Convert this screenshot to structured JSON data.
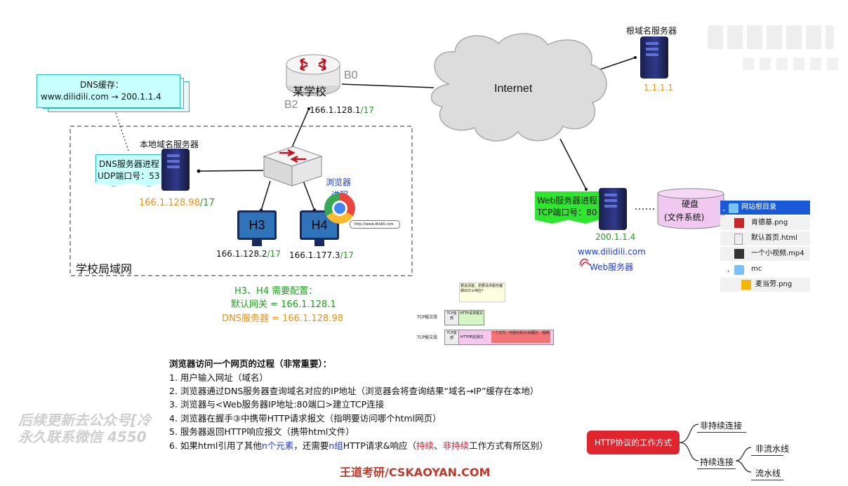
{
  "dns_cache": {
    "title": "DNS缓存：",
    "entry": "www.dilidili.com → 200.1.1.4"
  },
  "lan": {
    "label": "学校局域网",
    "local_dns": {
      "title": "本地域名服务器",
      "process_line1": "DNS服务器进程",
      "process_line2": "UDP端口号：53",
      "ip": "166.1.128.98",
      "prefix": "/17"
    },
    "hosts": [
      {
        "name": "H3",
        "ip": "166.1.128.2",
        "prefix": "/17"
      },
      {
        "name": "H4",
        "ip": "166.1.177.3",
        "prefix": "/17"
      }
    ],
    "browser_label_line1": "浏览器",
    "browser_label_line2": "进程",
    "browser_url": "http://www.dilidili.com"
  },
  "router": {
    "label": "某学校",
    "port_b0": "B0",
    "port_b2": "B2",
    "ip": "166.1.128.1",
    "prefix": "/17"
  },
  "internet": {
    "label": "Internet"
  },
  "root_dns": {
    "title": "根域名服务器",
    "ip": "1.1.1.1"
  },
  "web_server": {
    "process_line1": "Web服务器进程",
    "process_line2": "TCP端口号：80",
    "ip": "200.1.1.4",
    "domain": "www.dilidili.com",
    "label": "Web服务器"
  },
  "disk": {
    "line1": "硬盘",
    "line2": "(文件系统)"
  },
  "file_tree": {
    "root": "网站根目录",
    "items": [
      "肯德基.png",
      "默认首页.html",
      "一个小视频.mp4",
      "mc",
      "麦当劳.png"
    ]
  },
  "config": {
    "title": "H3、H4 需要配置：",
    "gateway": "默认网关 = 166.1.128.1",
    "dns": "DNS服务器 = 166.1.128.98"
  },
  "tcp_diagram": {
    "note": "要说清楚，想要请求服务器做出什么响应？",
    "seg_label": "TCP报文段",
    "header": "TCP首部",
    "req": "HTTP请求报文",
    "resp": "HTTP响应报文",
    "resp_note": "一个文件，可能比较大(如图片、视频)"
  },
  "steps": {
    "title": "浏览器访问一个网页的过程（非常重要）：",
    "s1": "1. 用户输入网址（域名）",
    "s2": "2. 浏览器通过DNS服务器查询域名对应的IP地址（浏览器会将查询结果“域名→IP”缓存在本地）",
    "s3": "3. 浏览器与<Web服务器IP地址:80端口>建立TCP连接",
    "s4": "4. 浏览器在握手③中携带HTTP请求报文（指明要访问哪个html网页）",
    "s5": "5. 服务器返回HTTP响应报文（携带html文件）",
    "s6a": "6. 如果html引用了其他",
    "s6b": "n个元素",
    "s6c": "，还需要",
    "s6d": "n组",
    "s6e": "HTTP请求&响应（",
    "s6f": "持续",
    "s6g": "、",
    "s6h": "非持续",
    "s6i": "工作方式有所区别）"
  },
  "mindmap": {
    "root": "HTTP协议的工作方式",
    "non_persistent": "非持续连接",
    "persistent": "持续连接",
    "non_pipeline": "非流水线",
    "pipeline": "流水线"
  },
  "footer": "王道考研/CSKAOYAN.COM",
  "watermark": {
    "line1": "后续更新去公众号[冷",
    "line2": "永久联系微信 4550"
  },
  "colors": {
    "green": "#1aa01a",
    "orange": "#e8901a",
    "blue": "#1f3bd6",
    "red": "#e0162b",
    "cyan": "#c8ffff",
    "lime": "#2ee62e",
    "pink": "#f0c8f0"
  }
}
